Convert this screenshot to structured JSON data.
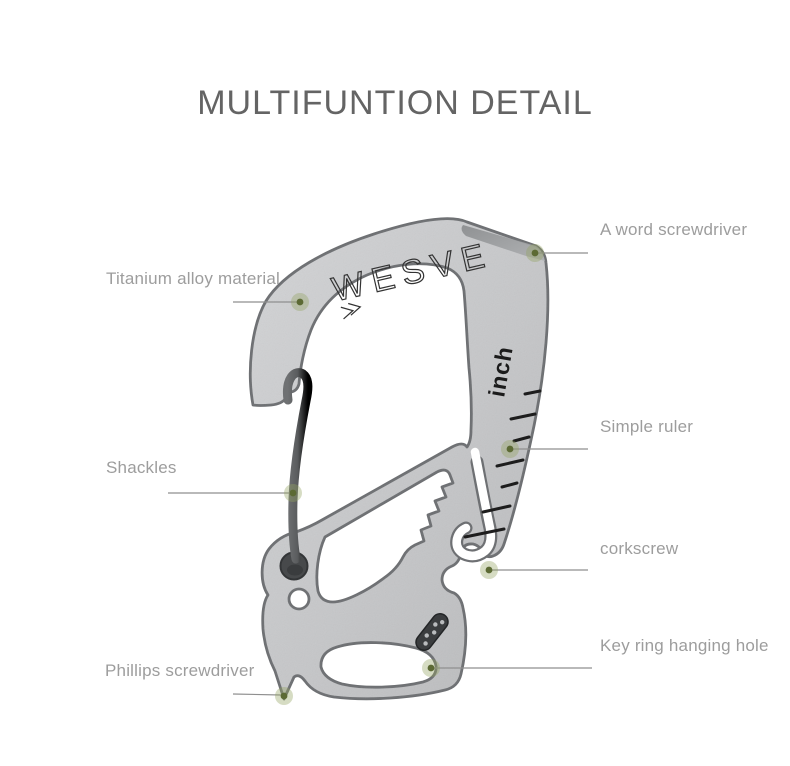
{
  "title": "MULTIFUNTION DETAIL",
  "product": {
    "brand_logo_text": "WESVE",
    "ruler_unit_label": "inch"
  },
  "callouts": {
    "left": [
      {
        "label": "Titanium alloy material"
      },
      {
        "label": "Shackles"
      },
      {
        "label": "Phillips screwdriver"
      }
    ],
    "right": [
      {
        "label": "A word screwdriver"
      },
      {
        "label": "Simple ruler"
      },
      {
        "label": "corkscrew"
      },
      {
        "label": "Key ring hanging hole"
      }
    ]
  },
  "colors": {
    "marker_green": "#5c6a34",
    "marker_halo": "#93a362",
    "body_gray": "#c6c7c9",
    "outline_gray": "#6e7073",
    "label_gray": "#9d9d9d",
    "title_gray": "#646464"
  }
}
